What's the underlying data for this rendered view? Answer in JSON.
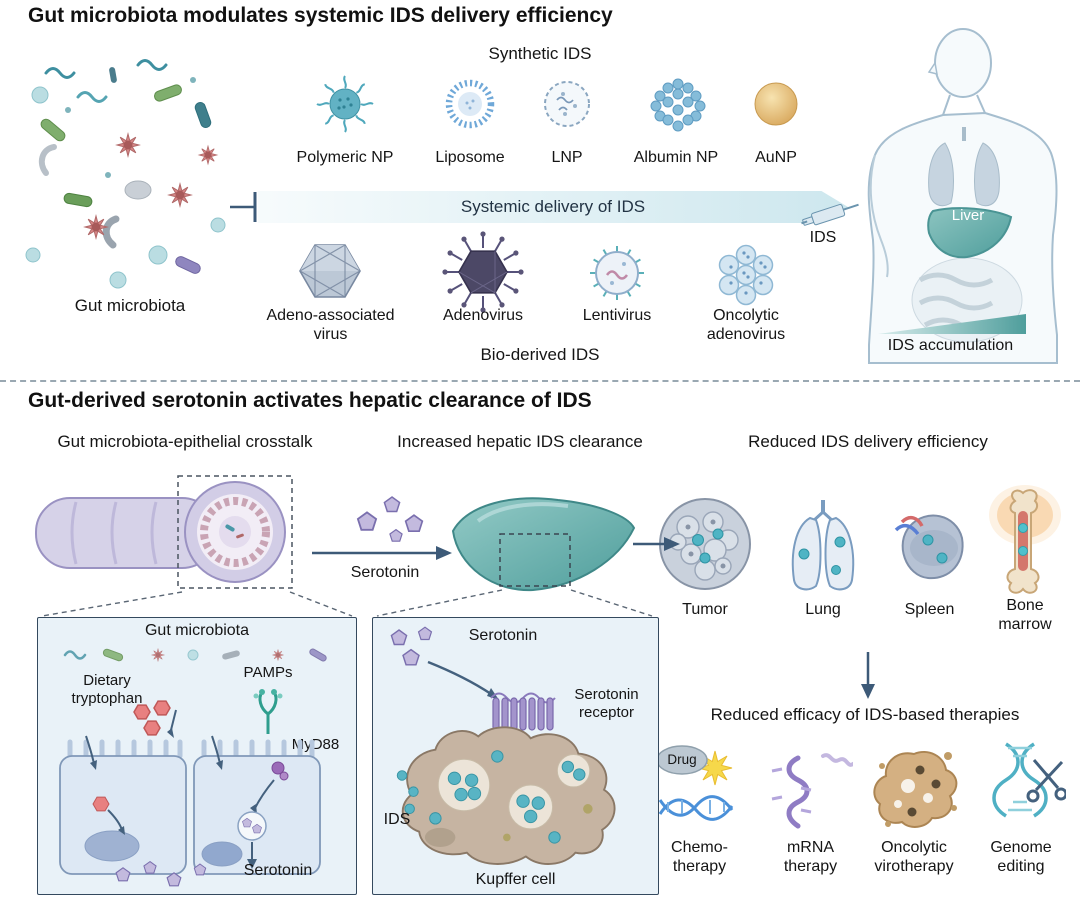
{
  "top": {
    "title": "Gut microbiota modulates systemic IDS delivery efficiency",
    "gut_label": "Gut microbiota",
    "synthetic_title": "Synthetic IDS",
    "synthetic_items": [
      "Polymeric NP",
      "Liposome",
      "LNP",
      "Albumin NP",
      "AuNP"
    ],
    "band_label": "Systemic delivery of IDS",
    "bio_items": [
      "Adeno-associated\nvirus",
      "Adenovirus",
      "Lentivirus",
      "Oncolytic\nadenovirus"
    ],
    "bio_title": "Bio-derived IDS",
    "ids_label": "IDS",
    "liver_label": "Liver",
    "accumulation_label": "IDS accumulation"
  },
  "bottom": {
    "title": "Gut-derived serotonin activates hepatic clearance of IDS",
    "headers": {
      "crosstalk": "Gut microbiota-epithelial crosstalk",
      "clearance": "Increased hepatic IDS clearance",
      "reduced": "Reduced IDS delivery efficiency"
    },
    "serotonin_label": "Serotonin",
    "box1": {
      "gut_label": "Gut microbiota",
      "tryptophan": "Dietary\ntryptophan",
      "pamps": "PAMPs",
      "myd88": "MyD88",
      "serotonin": "Serotonin"
    },
    "box2": {
      "serotonin": "Serotonin",
      "receptor": "Serotonin\nreceptor",
      "ids": "IDS",
      "kupffer": "Kupffer cell"
    },
    "organs": [
      "Tumor",
      "Lung",
      "Spleen",
      "Bone\nmarrow"
    ],
    "therapies_title": "Reduced efficacy of IDS-based therapies",
    "drug_label": "Drug",
    "therapies": [
      "Chemo-\ntherapy",
      "mRNA\ntherapy",
      "Oncolytic\nvirotherapy",
      "Genome\nediting"
    ],
    "colors": {
      "teal": "#4fa8b8",
      "liver_teal": "#5fa8a8",
      "serotonin_purple": "#c3bade",
      "arrow_navy": "#3d5a78",
      "tryptophan_red": "#e88080",
      "gold": "#d9a95f"
    }
  }
}
